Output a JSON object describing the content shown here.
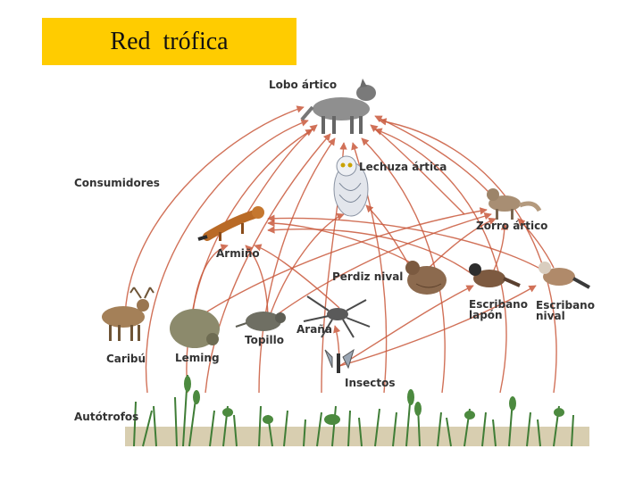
{
  "title": "Red  trófica",
  "labels": {
    "lobo": "Lobo ártico",
    "lechuza": "Lechuza ártica",
    "consumidores": "Consumidores",
    "zorro": "Zorro ártico",
    "armino": "Armiño",
    "perdiz": "Perdiz nival",
    "escribano_lapon_1": "Escribano",
    "escribano_lapon_2": "lapón",
    "escribano_nival_1": "Escribano",
    "escribano_nival_2": "nival",
    "arana": "Araña",
    "topillo": "Topillo",
    "caribu": "Caribú",
    "leming": "Leming",
    "insectos": "Insectos",
    "autotrofos": "Autótrofos"
  },
  "colors": {
    "title_bg": "#ffcc00",
    "arrow": "#c9593c",
    "plants": "#3f7d36",
    "ground": "#b9a77a"
  }
}
